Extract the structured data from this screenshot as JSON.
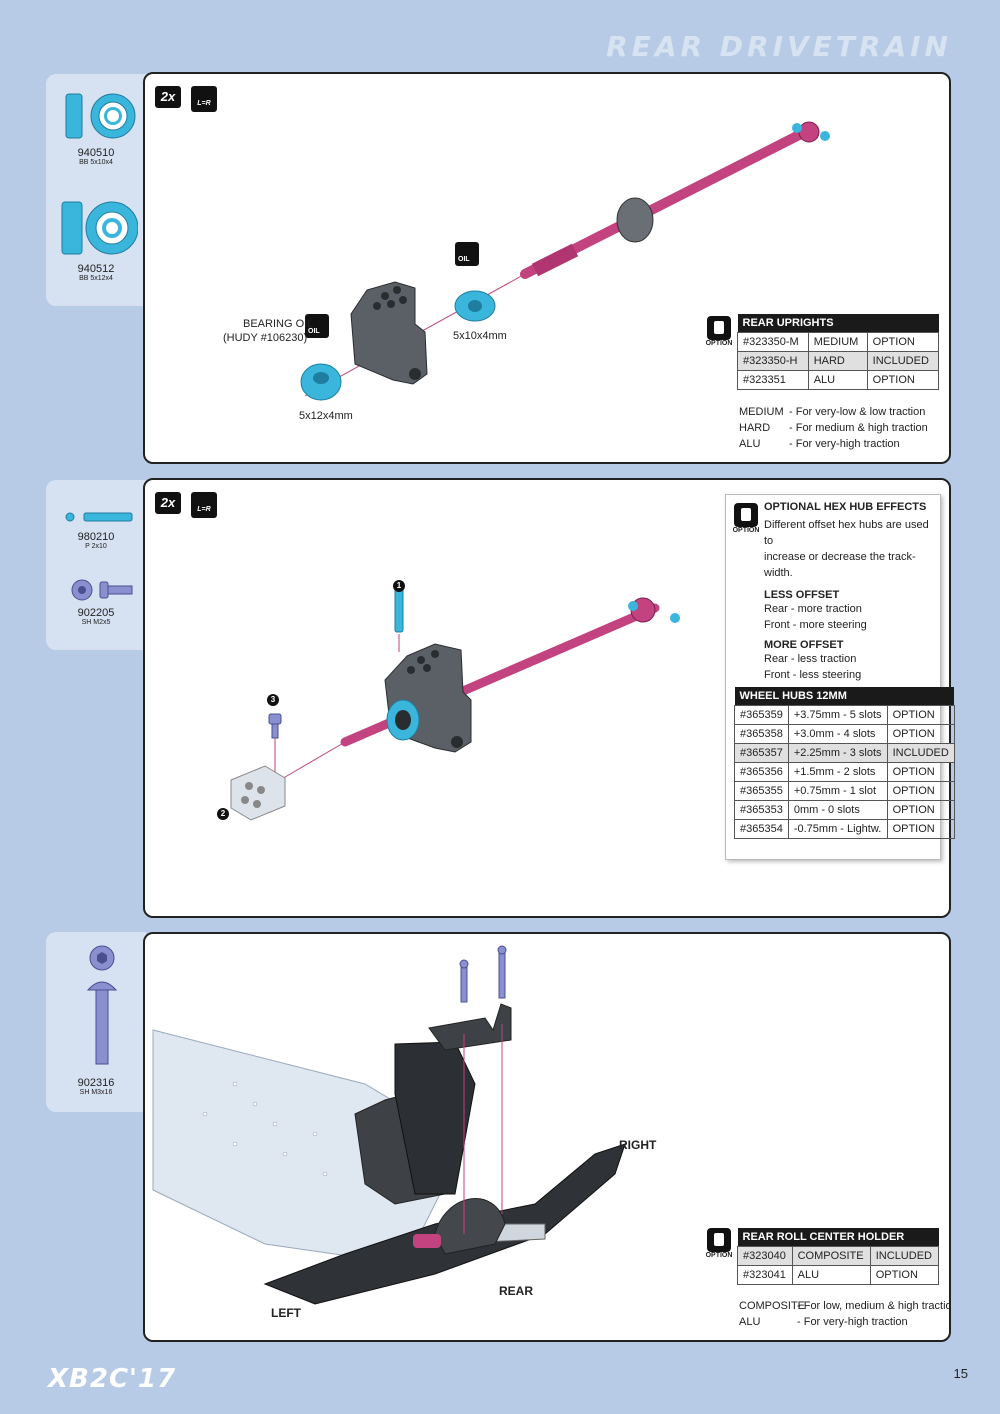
{
  "page_title": "REAR DRIVETRAIN",
  "brand": "XB2C'17",
  "page_number": "15",
  "parts": {
    "p1": {
      "num": "940510",
      "desc": "BB 5x10x4"
    },
    "p2": {
      "num": "940512",
      "desc": "BB 5x12x4"
    },
    "p3": {
      "num": "980210",
      "desc": "P 2x10"
    },
    "p4": {
      "num": "902205",
      "desc": "SH M2x5"
    },
    "p5": {
      "num": "902316",
      "desc": "SH M3x16"
    }
  },
  "step1": {
    "badge": "2x",
    "lr": "L=R",
    "oil_top": "OIL",
    "oil_left": "OIL",
    "bearing_oil": "BEARING OIL",
    "hudy": "(HUDY #106230)",
    "bearing_small": "5x10x4mm",
    "bearing_large": "5x12x4mm",
    "option_label": "OPTION",
    "table": {
      "title": "REAR UPRIGHTS",
      "rows": [
        [
          "#323350-M",
          "MEDIUM",
          "OPTION"
        ],
        [
          "#323350-H",
          "HARD",
          "INCLUDED"
        ],
        [
          "#323351",
          "ALU",
          "OPTION"
        ]
      ]
    },
    "notes": [
      {
        "k": "MEDIUM",
        "v": "- For very-low & low traction"
      },
      {
        "k": "HARD",
        "v": "- For medium & high traction"
      },
      {
        "k": "ALU",
        "v": "- For very-high traction"
      }
    ]
  },
  "step2": {
    "badge": "2x",
    "lr": "L=R",
    "n1": "1",
    "n2": "2",
    "n3": "3",
    "option_label": "OPTION",
    "hex": {
      "title": "OPTIONAL HEX HUB EFFECTS",
      "desc1": "Different offset hex hubs are used to",
      "desc2": "increase or decrease the track-width.",
      "less_title": "LESS OFFSET",
      "less1": "Rear - more traction",
      "less2": "Front - more steering",
      "more_title": "MORE OFFSET",
      "more1": "Rear - less traction",
      "more2": "Front - less steering"
    },
    "table": {
      "title": "WHEEL HUBS 12MM",
      "rows": [
        [
          "#365359",
          "+3.75mm - 5 slots",
          "OPTION"
        ],
        [
          "#365358",
          "+3.0mm  - 4 slots",
          "OPTION"
        ],
        [
          "#365357",
          "+2.25mm - 3 slots",
          "INCLUDED"
        ],
        [
          "#365356",
          "+1.5mm  - 2 slots",
          "OPTION"
        ],
        [
          "#365355",
          "+0.75mm - 1 slot",
          "OPTION"
        ],
        [
          "#365353",
          "0mm       - 0 slots",
          "OPTION"
        ],
        [
          "#365354",
          "-0.75mm  - Lightw.",
          "OPTION"
        ]
      ]
    }
  },
  "step3": {
    "right": "RIGHT",
    "rear": "REAR",
    "left": "LEFT",
    "option_label": "OPTION",
    "table": {
      "title": "REAR ROLL CENTER HOLDER",
      "rows": [
        [
          "#323040",
          "COMPOSITE",
          "INCLUDED"
        ],
        [
          "#323041",
          "ALU",
          "OPTION"
        ]
      ]
    },
    "notes": [
      {
        "k": "COMPOSITE",
        "v": "- For low, medium & high traction"
      },
      {
        "k": "ALU",
        "v": "- For very-high traction"
      }
    ]
  },
  "colors": {
    "blue": "#3ab5dc",
    "pink": "#c2437f",
    "dark": "#555a60",
    "bg": "#b7cbe6"
  }
}
